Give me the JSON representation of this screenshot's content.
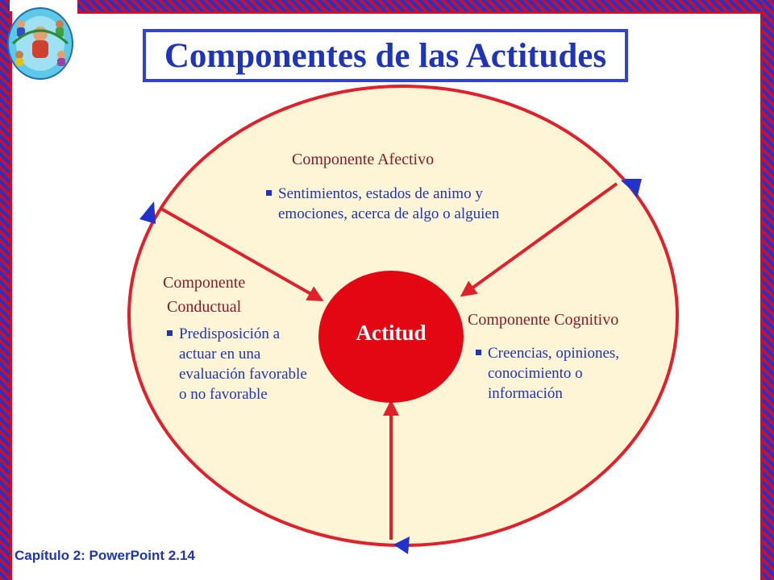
{
  "slide": {
    "title": "Componentes de las Actitudes",
    "footer": "Capítulo 2: PowerPoint 2.14"
  },
  "diagram": {
    "center": "Actitud",
    "affective": {
      "label": "Componente Afectivo",
      "bullet": "Sentimientos, estados de animo y emociones, acerca de algo o alguien"
    },
    "behavioral": {
      "label_line1": "Componente",
      "label_line2": "Conductual",
      "bullet": "Predisposición a actuar en una evaluación favorable o no favorable"
    },
    "cognitive": {
      "label": "Componente Cognitivo",
      "bullet": "Creencias, opiniones, conocimiento o información"
    }
  },
  "colors": {
    "ellipse_fill": "#fdf5d6",
    "ellipse_stroke": "#e0202a",
    "center_fill": "#e30613",
    "label_text": "#8b1a2b",
    "bullet_text": "#1f35b8",
    "title_text": "#1f35b8",
    "arrowhead": "#2233cc"
  },
  "icons": {
    "logo": "world-people-logo-icon"
  }
}
